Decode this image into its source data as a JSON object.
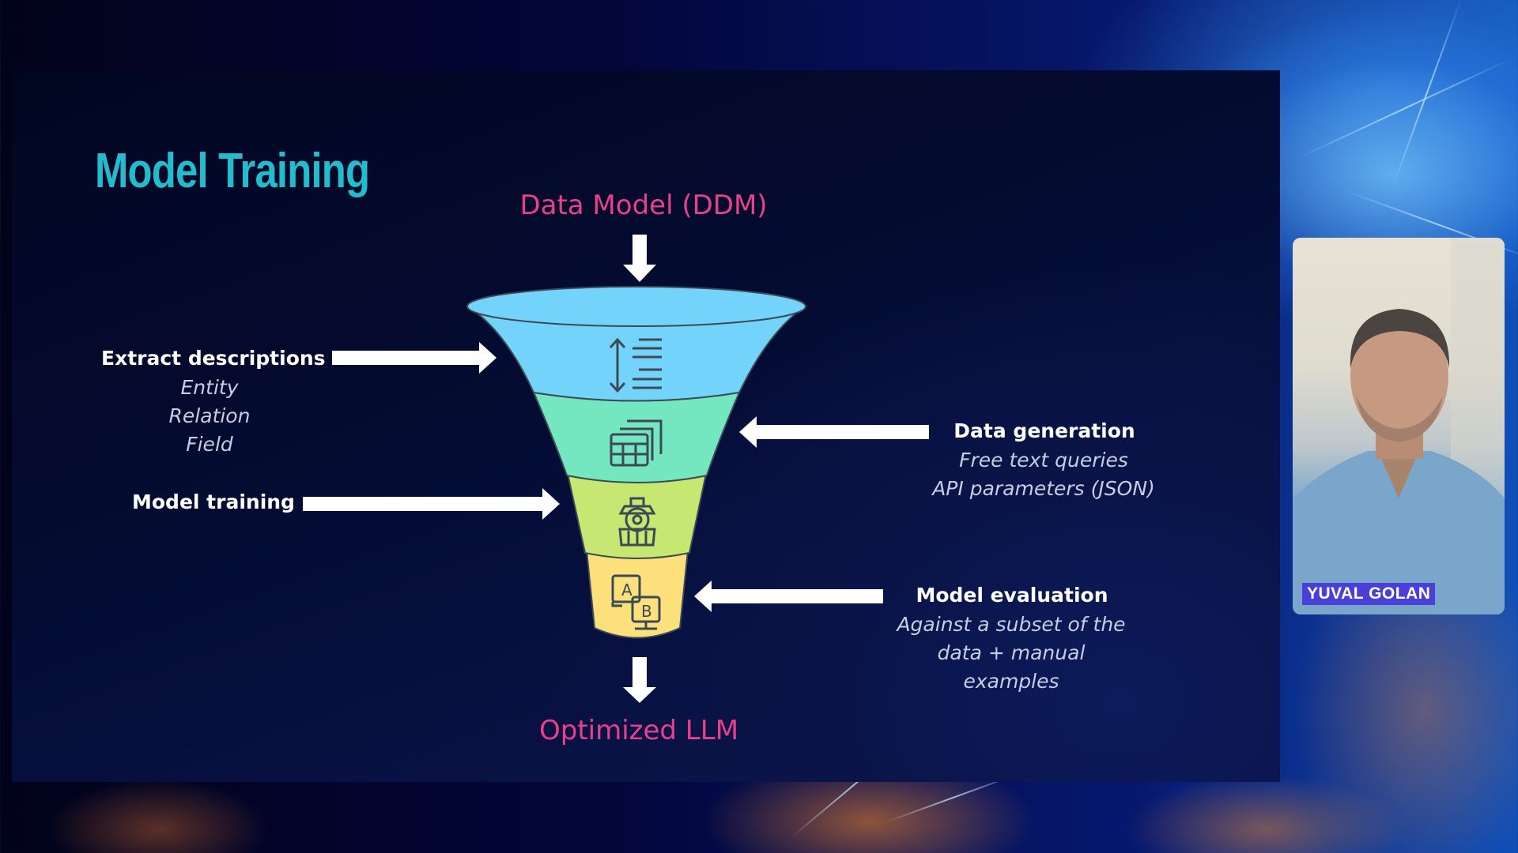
{
  "slide": {
    "title": "Model Training",
    "input_label": "Data Model (DDM)",
    "output_label": "Optimized LLM",
    "funnel_stages": [
      {
        "name": "descriptions",
        "icon": "line-spacing-icon",
        "color": "#74d3fb"
      },
      {
        "name": "data-generation",
        "icon": "table-stack-icon",
        "color": "#74e6c0"
      },
      {
        "name": "model-training",
        "icon": "locomotive-icon",
        "color": "#c6e772"
      },
      {
        "name": "model-evaluation",
        "icon": "ab-test-icon",
        "color": "#fbe07c"
      }
    ],
    "left_steps": [
      {
        "heading": "Extract descriptions",
        "items": [
          "Entity",
          "Relation",
          "Field"
        ]
      },
      {
        "heading": "Model training",
        "items": []
      }
    ],
    "right_steps": [
      {
        "heading": "Data generation",
        "items": [
          "Free text queries",
          "API parameters (JSON)"
        ]
      },
      {
        "heading": "Model evaluation",
        "items": [
          "Against a subset of the",
          "data + manual",
          "examples"
        ]
      }
    ],
    "colors": {
      "title": "#24bccc",
      "accent_pink": "#e8408a",
      "arrow": "#ffffff"
    }
  },
  "speaker": {
    "name": "YUVAL GOLAN",
    "badge_color": "#4a3fd6"
  }
}
